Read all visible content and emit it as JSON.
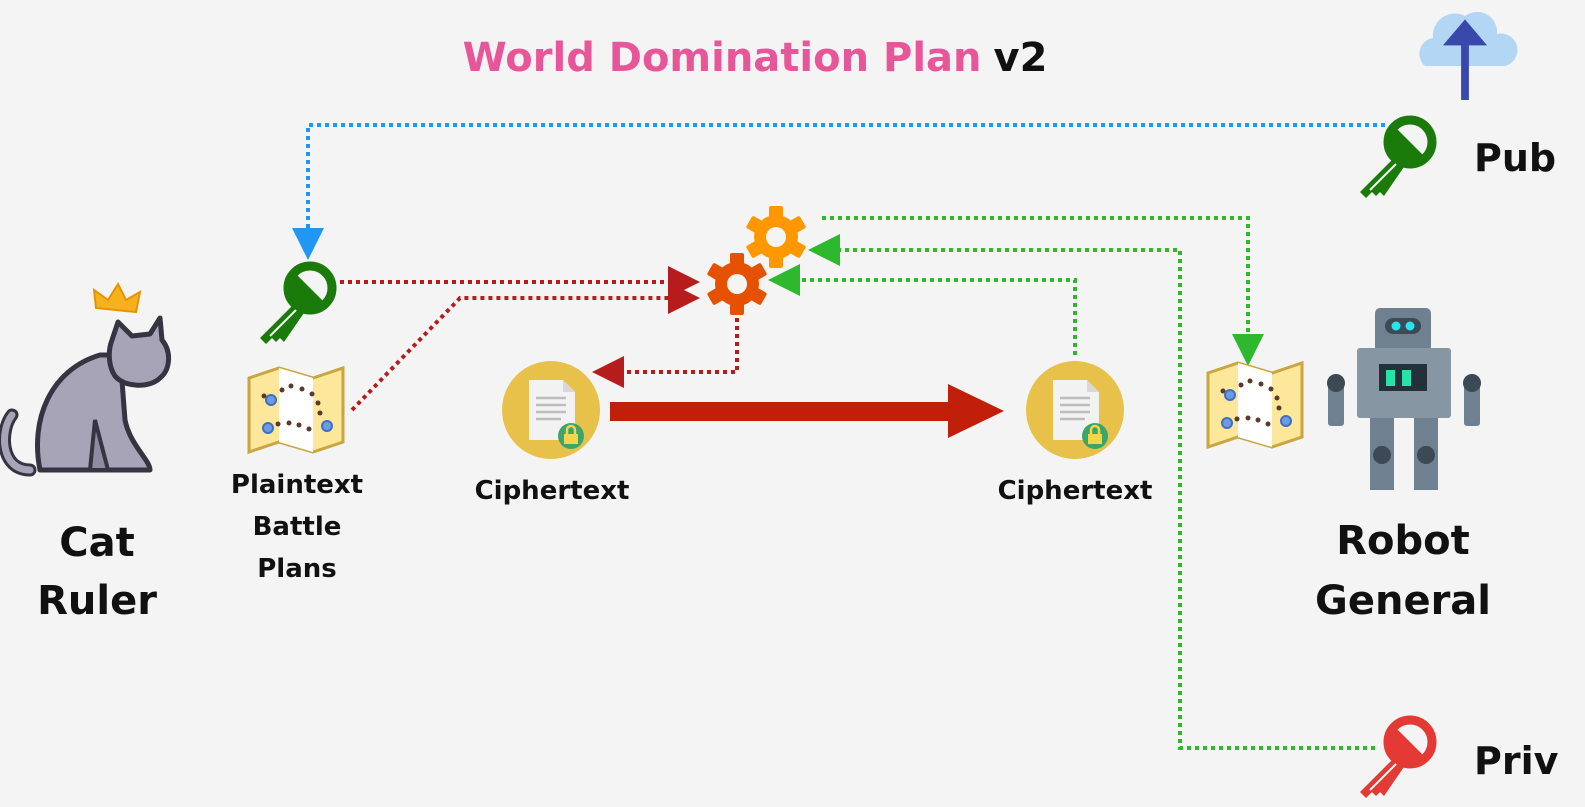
{
  "title": {
    "main": "World Domination Plan",
    "version": "v2"
  },
  "colors": {
    "title": "#e8569a",
    "public_line": "#2196f3",
    "encrypt_line": "#b71c1c",
    "decrypt_line": "#2eb82e",
    "big_arrow": "#c21f0a",
    "pub_key": "#1a7a0a",
    "priv_key": "#e53935"
  },
  "keys": {
    "public_label": "Pub",
    "private_label": "Priv"
  },
  "sender": {
    "line1": "Cat",
    "line2": "Ruler"
  },
  "receiver": {
    "line1": "Robot",
    "line2": "General"
  },
  "plaintext": {
    "line1": "Plaintext",
    "line2": "Battle",
    "line3": "Plans"
  },
  "ciphertext_left": "Ciphertext",
  "ciphertext_right": "Ciphertext",
  "icons": [
    "cloud-upload-icon",
    "key-icon",
    "gear-icon",
    "map-icon",
    "document-lock-icon",
    "cat-icon",
    "robot-icon",
    "crown-icon"
  ]
}
